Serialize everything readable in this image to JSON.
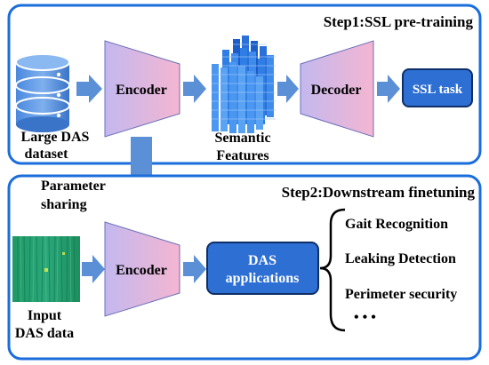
{
  "step1": {
    "title": "Step1:SSL pre-training",
    "dataset_label_line1": "Large DAS",
    "dataset_label_line2": "dataset",
    "encoder_label": "Encoder",
    "features_label_line1": "Semantic",
    "features_label_line2": "Features",
    "decoder_label": "Decoder",
    "ssl_task_label": "SSL task"
  },
  "transfer": {
    "label_line1": "Parameter",
    "label_line2": "sharing"
  },
  "step2": {
    "title": "Step2:Downstream finetuning",
    "input_label_line1": "Input",
    "input_label_line2": "DAS data",
    "encoder_label": "Encoder",
    "applications_line1": "DAS",
    "applications_line2": "applications",
    "tasks": [
      "Gait Recognition",
      "Leaking Detection",
      "Perimeter security"
    ],
    "ellipsis": "• • •"
  },
  "colors": {
    "panel_border": "#1a6ddb",
    "arrow": "#5b8fd6",
    "blue_box": "#2e6fd4",
    "trapezoid_left": "#c5b8ee",
    "trapezoid_right": "#f3b7d3"
  }
}
